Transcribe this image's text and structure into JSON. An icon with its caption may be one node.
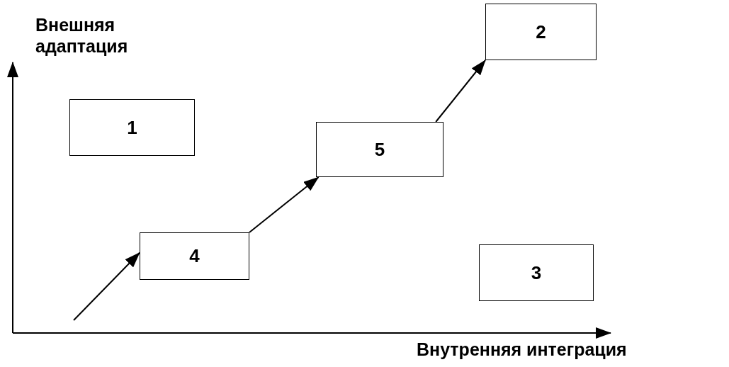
{
  "diagram": {
    "nodes": [
      {
        "text": [
          "2"
        ]
      },
      {
        "text": [
          "1"
        ]
      },
      {
        "text": [
          "5"
        ]
      },
      {
        "text": [
          "4"
        ]
      },
      {
        "text": [
          "3"
        ]
      }
    ],
    "edges": [
      {
        "from": null,
        "to": 3,
        "arrow": "to"
      },
      {
        "from": 3,
        "to": 2,
        "arrow": "to"
      },
      {
        "from": 2,
        "to": 0,
        "arrow": "to"
      }
    ],
    "labels": [
      "Внешняя адаптация",
      "Внутренняя интеграция"
    ]
  }
}
